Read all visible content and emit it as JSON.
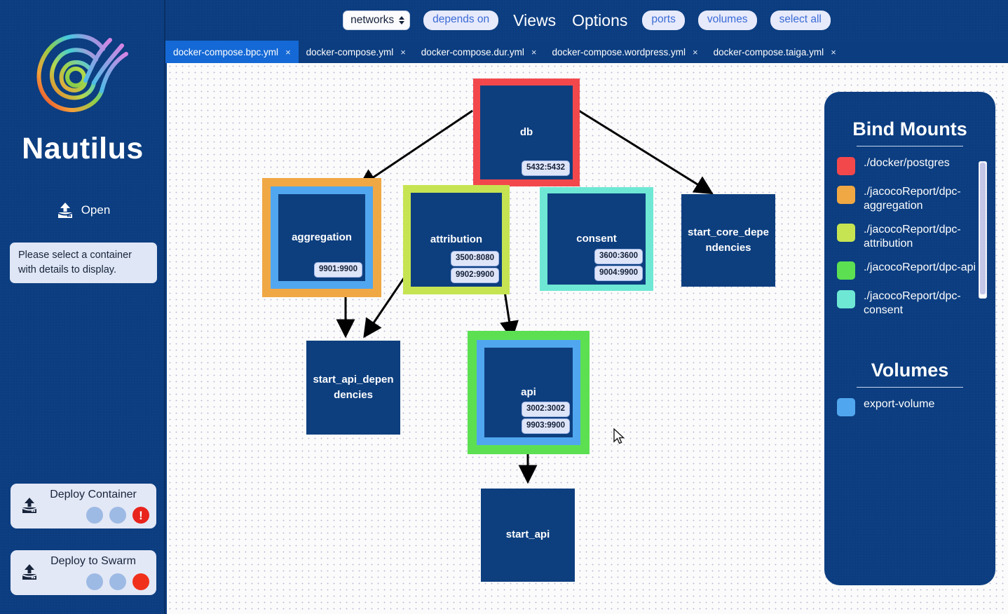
{
  "window": {
    "traffic_lights": [
      "close",
      "minimize",
      "maximize"
    ]
  },
  "sidebar": {
    "brand": "Nautilus",
    "open": {
      "label": "Open",
      "icon": "upload-icon"
    },
    "hint": "Please select a container with details to display.",
    "deploy_container": {
      "label": "Deploy Container",
      "icon": "upload-icon",
      "lights": [
        "idle",
        "idle",
        "alert"
      ]
    },
    "deploy_swarm": {
      "label": "Deploy to Swarm",
      "icon": "upload-icon",
      "lights": [
        "idle",
        "idle",
        "stop"
      ]
    }
  },
  "toolbar": {
    "items": [
      {
        "type": "select",
        "label": "networks",
        "icon": "spinner-up-down-icon"
      },
      {
        "type": "pill",
        "label": "depends on"
      },
      {
        "type": "menu",
        "label": "Views"
      },
      {
        "type": "menu",
        "label": "Options"
      },
      {
        "type": "pill",
        "label": "ports"
      },
      {
        "type": "pill",
        "label": "volumes"
      },
      {
        "type": "pill",
        "label": "select all"
      }
    ]
  },
  "tabs": [
    {
      "label": "docker-compose.bpc.yml",
      "active": true,
      "close": "×"
    },
    {
      "label": "docker-compose.yml",
      "active": false,
      "close": "×"
    },
    {
      "label": "docker-compose.dur.yml",
      "active": false,
      "close": "×"
    },
    {
      "label": "docker-compose.wordpress.yml",
      "active": false,
      "close": "×"
    },
    {
      "label": "docker-compose.taiga.yml",
      "active": false,
      "close": "×"
    }
  ],
  "graph": {
    "nodes": [
      {
        "id": "db",
        "label": "db",
        "ports": [
          "5432:5432"
        ]
      },
      {
        "id": "aggregation",
        "label": "aggregation",
        "ports": [
          "9901:9900"
        ]
      },
      {
        "id": "attribution",
        "label": "attribution",
        "ports": [
          "3500:8080",
          "9902:9900"
        ]
      },
      {
        "id": "consent",
        "label": "consent",
        "ports": [
          "3600:3600",
          "9004:9900"
        ]
      },
      {
        "id": "start_core_dependencies",
        "label": "start_core_dependencies",
        "ports": []
      },
      {
        "id": "start_api_dependencies",
        "label": "start_api_dependencies",
        "ports": []
      },
      {
        "id": "api",
        "label": "api",
        "ports": [
          "3002:3002",
          "9903:9900"
        ]
      },
      {
        "id": "start_api",
        "label": "start_api",
        "ports": []
      }
    ],
    "edges": [
      {
        "from": "db",
        "to": "aggregation"
      },
      {
        "from": "db",
        "to": "start_core_dependencies"
      },
      {
        "from": "aggregation",
        "to": "start_api_dependencies"
      },
      {
        "from": "attribution",
        "to": "start_api_dependencies"
      },
      {
        "from": "attribution",
        "to": "api"
      },
      {
        "from": "api",
        "to": "start_api"
      }
    ]
  },
  "right_panel": {
    "bind_mounts": {
      "heading": "Bind Mounts",
      "items": [
        {
          "color": "#f2484c",
          "label": "./docker/postgres"
        },
        {
          "color": "#f0a844",
          "label": "./jacocoReport/dpc-aggregation"
        },
        {
          "color": "#c6e452",
          "label": "./jacocoReport/dpc-attribution"
        },
        {
          "color": "#5ce052",
          "label": "./jacocoReport/dpc-api"
        },
        {
          "color": "#6ee8d4",
          "label": "./jacocoReport/dpc-consent"
        }
      ]
    },
    "volumes": {
      "heading": "Volumes",
      "items": [
        {
          "color": "#51a7ef",
          "label": "export-volume"
        }
      ]
    }
  },
  "colors": {
    "brand_bg": "#0b3d80",
    "node_bg": "#0d3f7f",
    "accent_tab": "#1569d6",
    "canvas_bg": "#fbfbfb"
  }
}
